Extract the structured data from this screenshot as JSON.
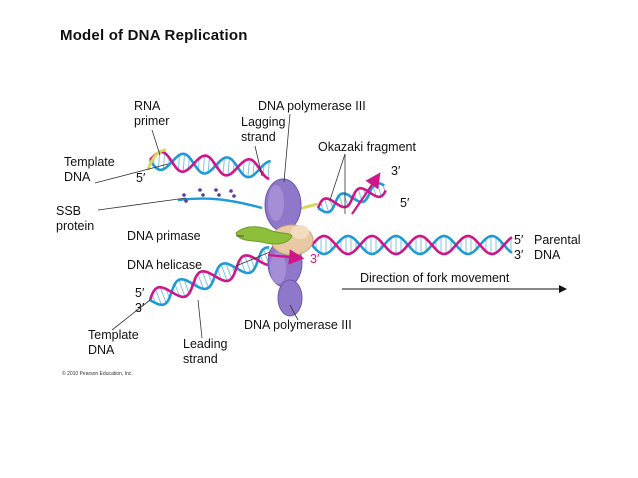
{
  "title": "Model of DNA Replication",
  "labels": {
    "rna_primer": "RNA\nprimer",
    "dna_pol_top": "DNA polymerase III",
    "lagging_strand": "Lagging\nstrand",
    "okazaki": "Okazaki fragment",
    "template_top": "Template\nDNA",
    "five_prime_top": "5′",
    "ssb": "SSB\nprotein",
    "three_prime_okazaki": "3′",
    "five_prime_okazaki": "5′",
    "dna_primase": "DNA primase",
    "dna_helicase": "DNA helicase",
    "three_prime_leading": "3′",
    "five_prime_parental": "5′",
    "three_prime_parental": "3′",
    "parental_dna": "Parental\nDNA",
    "fork_direction": "Direction of fork movement",
    "five_prime_bottom": "5′",
    "three_prime_bottom": "3′",
    "template_bottom": "Template\nDNA",
    "dna_pol_bottom": "DNA polymerase III",
    "leading_strand": "Leading\nstrand"
  },
  "copyright": "© 2010 Pearson Education, Inc.",
  "colors": {
    "strand_blue": "#1e9ad6",
    "strand_magenta": "#d0158a",
    "base_pair": "#7fc4e6",
    "primer_yellow": "#d8d860",
    "polymerase_purple": "#8f77c9",
    "helicase_tan": "#e8c9a4",
    "primase_green": "#8dbf3a",
    "ssb_purple": "#5a3a9a"
  }
}
